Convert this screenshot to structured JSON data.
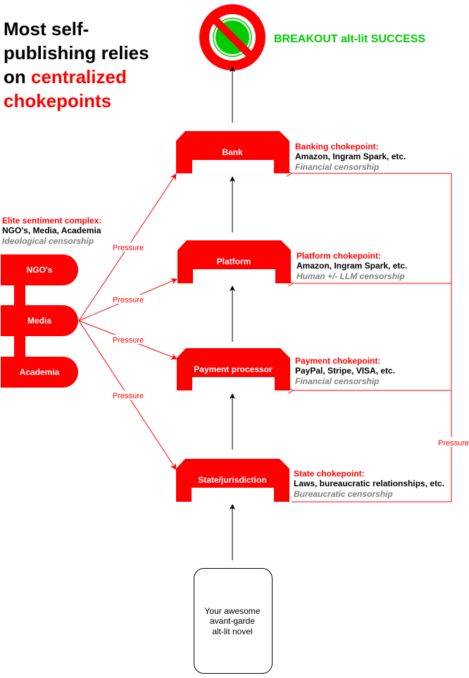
{
  "title": {
    "line1": "Most self-",
    "line2": "publishing relies",
    "line3_prefix": "on ",
    "line3_highlight": "centralized",
    "line4_highlight": "chokepoints"
  },
  "success": {
    "label": "BREAKOUT alt-lit SUCCESS",
    "icon": "prohibited-sign-icon"
  },
  "chokepoints": [
    {
      "box_label": "Bank",
      "heading": "Banking chokepoint:",
      "examples": "Amazon, Ingram Spark, etc.",
      "censorship": "Financial censorship"
    },
    {
      "box_label": "Platform",
      "heading": "Platform chokepoint:",
      "examples": "Amazon, Ingram Spark, etc.",
      "censorship": "Human +/- LLM censorship"
    },
    {
      "box_label": "Payment processor",
      "heading": "Payment chokepoint:",
      "examples": "PayPal, Stripe, VISA, etc.",
      "censorship": "Financial censorship"
    },
    {
      "box_label": "State/jurisdiction",
      "heading": "State chokepoint:",
      "examples": "Laws, bureaucratic relationships, etc.",
      "censorship": "Bureaucratic censorship"
    }
  ],
  "elite": {
    "heading": "Elite sentiment complex:",
    "members": "NGO's, Media, Academia",
    "censorship": "Ideological censorship",
    "nodes": [
      "NGO's",
      "Media",
      "Academia"
    ]
  },
  "pressure_label": "Pressure",
  "novel": {
    "line1": "Your awesome",
    "line2": "avant-garde",
    "line3": "alt-lit novel"
  },
  "colors": {
    "accent": "#ff0000",
    "success": "#00cc00",
    "caption": "#808080"
  }
}
